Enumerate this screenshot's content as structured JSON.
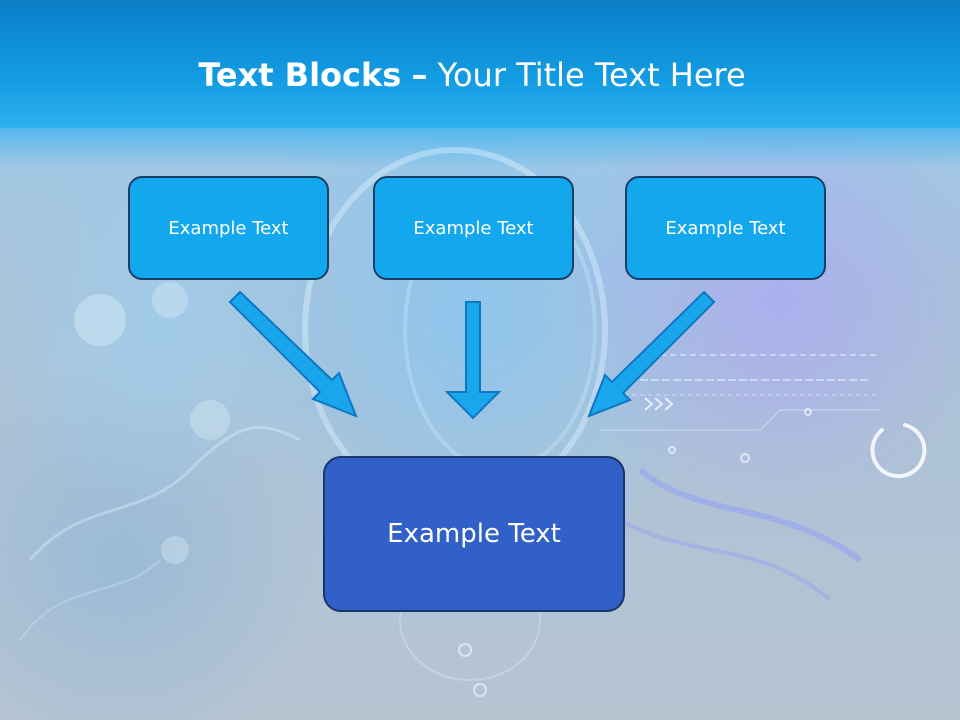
{
  "slide": {
    "title_bold": "Text Blocks",
    "title_dash": "–",
    "title_rest": "Your Title Text Here",
    "boxes": [
      {
        "label": "Example Text"
      },
      {
        "label": "Example Text"
      },
      {
        "label": "Example Text"
      }
    ],
    "main_box": {
      "label": "Example Text"
    }
  },
  "colors": {
    "header": "#129be2",
    "box_fill": "#13a8ee",
    "box_border": "#1a3f66",
    "main_box_fill": "#3060c8",
    "arrow_fill": "#1aa6ec"
  }
}
